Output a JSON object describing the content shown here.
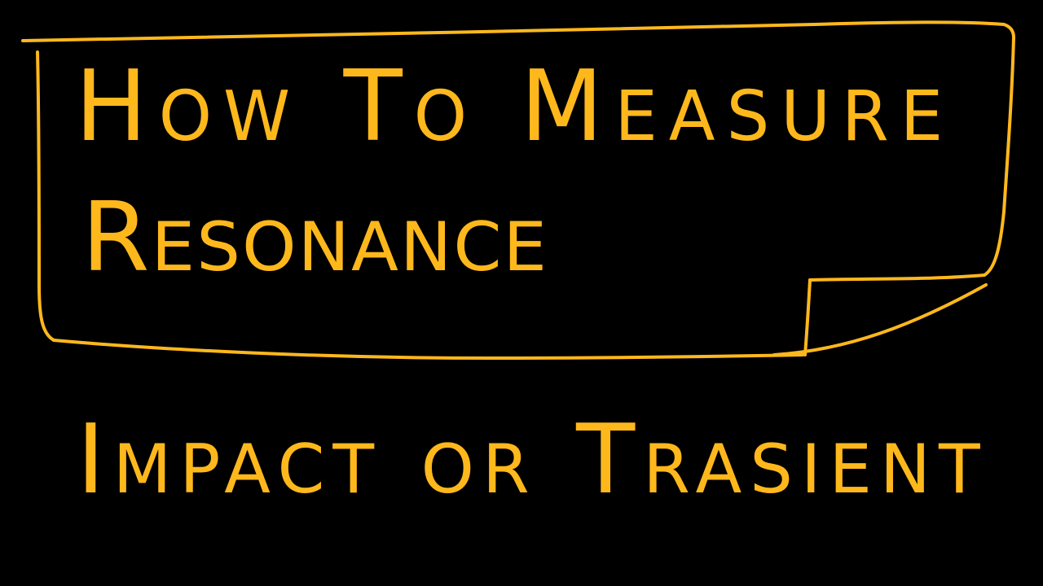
{
  "colors": {
    "background": "#000000",
    "ink": "#FFB81C"
  },
  "title": {
    "line1": "How To Measure",
    "line2": "Resonance"
  },
  "subtitle": "Impact or Trasient"
}
